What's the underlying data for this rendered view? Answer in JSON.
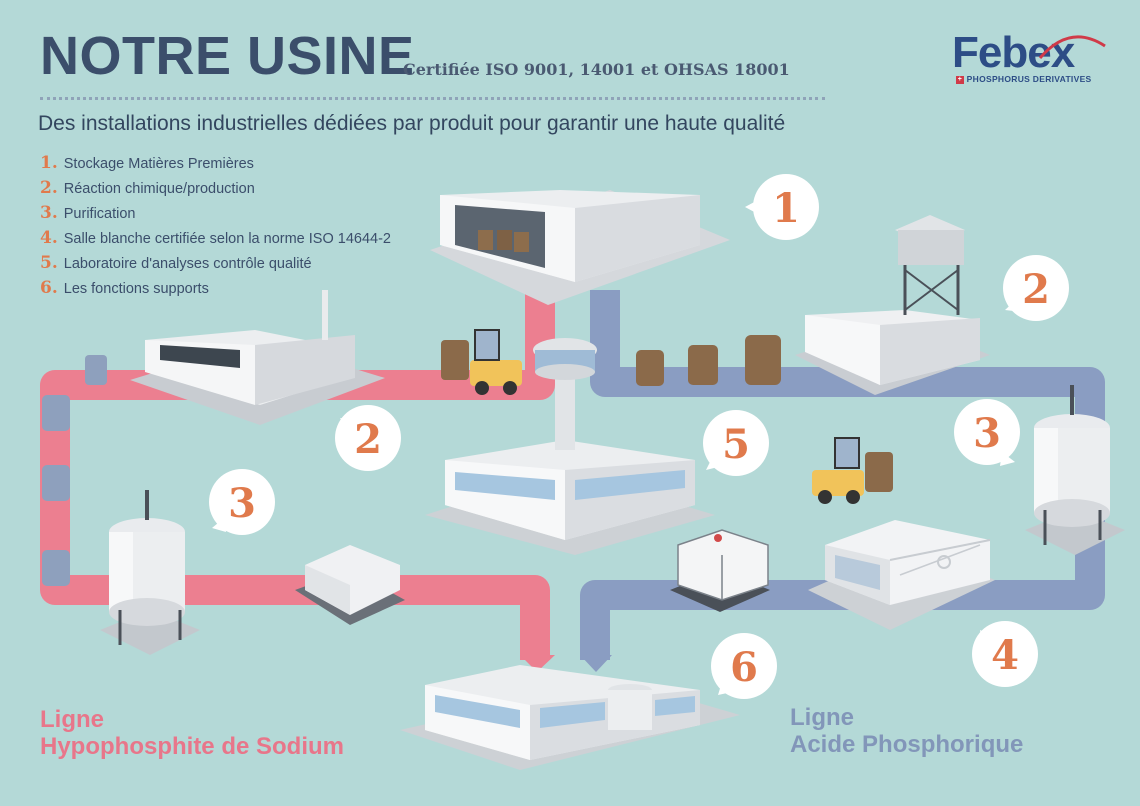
{
  "header": {
    "title": "NOTRE USINE",
    "certification": "Certifiée ISO 9001, 14001 et OHSAS 18001",
    "subtitle": "Des installations industrielles dédiées par produit pour garantir une haute qualité"
  },
  "logo": {
    "wordmark": "Febex",
    "tagline": "PHOSPHORUS DERIVATIVES"
  },
  "legend": [
    {
      "num": "1.",
      "label": "Stockage Matières Premières"
    },
    {
      "num": "2.",
      "label": "Réaction chimique/production"
    },
    {
      "num": "3.",
      "label": "Purification"
    },
    {
      "num": "4.",
      "label": "Salle blanche certifiée selon la norme ISO 14644-2"
    },
    {
      "num": "5.",
      "label": "Laboratoire d'analyses contrôle qualité"
    },
    {
      "num": "6.",
      "label": "Les fonctions supports"
    }
  ],
  "bubbles": [
    "1",
    "2",
    "2",
    "3",
    "3",
    "4",
    "5",
    "6"
  ],
  "lines": {
    "left": {
      "line1": "Ligne",
      "line2": "Hypophosphite de Sodium",
      "color": "#e8768a"
    },
    "right": {
      "line1": "Ligne",
      "line2": "Acide Phosphorique",
      "color": "#8296b9"
    }
  },
  "colors": {
    "background": "#b4d9d7",
    "accent_number": "#e07a4c",
    "pink_flow": "#ec7f90",
    "blue_flow": "#8a9dc2",
    "title": "#3b4e6b"
  }
}
